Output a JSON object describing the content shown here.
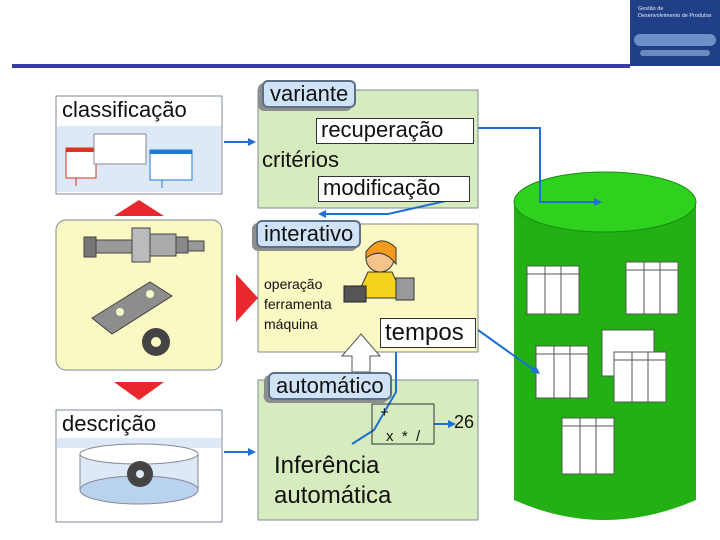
{
  "left_column": {
    "classificacao": "classificação",
    "descricao": "descrição"
  },
  "variant_panel": {
    "variante": "variante",
    "recuperacao": "recuperação",
    "criterios": "critérios",
    "modificacao": "modificação"
  },
  "interactive_panel": {
    "interativo": "interativo",
    "items": [
      "operação",
      "ferramenta",
      "máquina"
    ],
    "tempos": "tempos"
  },
  "automatic_panel": {
    "automatico": "automático",
    "ops_top": "+",
    "ops_bottom": "x  *  /",
    "result": "26",
    "inferencia_line1": "Inferência",
    "inferencia_line2": "automática"
  },
  "colors": {
    "top_line": "#3a3aa8",
    "database": "#22b014",
    "arrow_blue": "#1f6fd6",
    "red_triangle": "#e8282c"
  }
}
